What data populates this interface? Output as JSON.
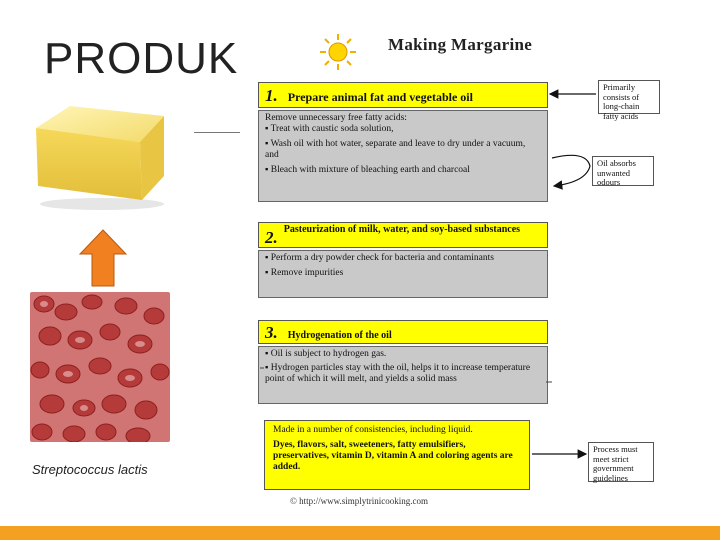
{
  "slide": {
    "title": "PRODUK",
    "caption": "Streptococcus lactis"
  },
  "colors": {
    "arrow": "#f08020",
    "bar": "#f4a020",
    "step_box": "#ffff00",
    "detail_box": "#c9c9c9"
  },
  "diagram": {
    "title": "Making Margarine",
    "steps": [
      {
        "number": "1.",
        "label": "Prepare animal fat and vegetable oil",
        "details": [
          "Remove unnecessary free fatty acids:",
          "▪ Treat with caustic soda solution,",
          "▪ Wash oil with hot water, separate and leave to dry under a vacuum, and",
          "▪ Bleach with mixture of bleaching earth and charcoal"
        ]
      },
      {
        "number": "2.",
        "label": "Pasteurization of milk, water, and soy-based substances",
        "details": [
          "▪ Perform a dry powder check for bacteria and contaminants",
          "▪ Remove impurities"
        ]
      },
      {
        "number": "3.",
        "label": "Hydrogenation of the oil",
        "details": [
          "▪ Oil is subject to hydrogen gas.",
          "▪ Hydrogen particles stay with the oil, helps it to increase temperature point of which it will melt, and yields a solid mass"
        ]
      }
    ],
    "final": {
      "line1": "Made in a number of consistencies, including liquid.",
      "line2": "Dyes, flavors, salt, sweeteners, fatty emulsifiers, preservatives, vitamin D, vitamin A and coloring agents are added."
    },
    "side_notes": {
      "fatty_acids": "Primarily consists of long-chain fatty acids",
      "absorbs": "Oil absorbs unwanted odours",
      "process": "Process must meet strict government guidelines"
    },
    "credit": "© http://www.simplytrinicooking.com"
  }
}
